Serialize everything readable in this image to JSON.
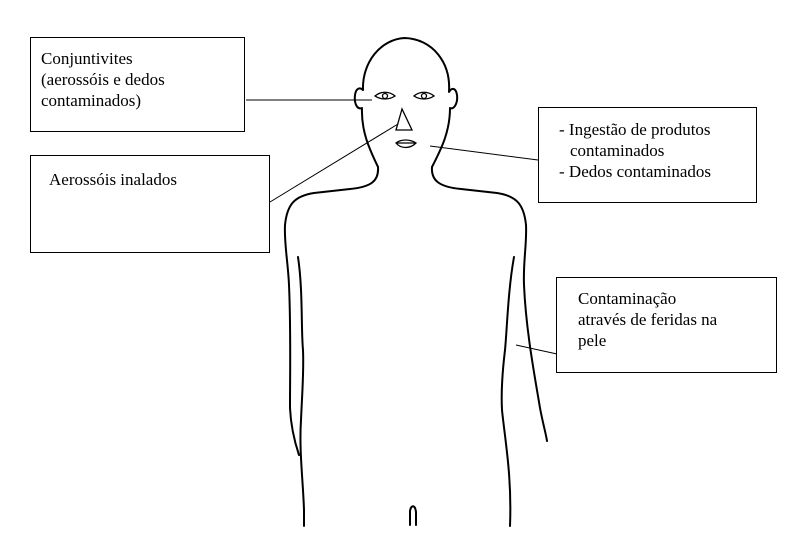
{
  "labels": {
    "conjunctivitis": [
      "Conjuntivites",
      "(aerossóis e dedos",
      "contaminados)"
    ],
    "inhaled": [
      "Aerossóis inalados"
    ],
    "ingestion": [
      "- Ingestão de produtos",
      "contaminados",
      "- Dedos contaminados"
    ],
    "skin": [
      "Contaminação",
      "através de feridas na",
      "pele"
    ]
  },
  "colors": {
    "line": "#000000",
    "background": "#ffffff",
    "box_border": "#000000"
  }
}
